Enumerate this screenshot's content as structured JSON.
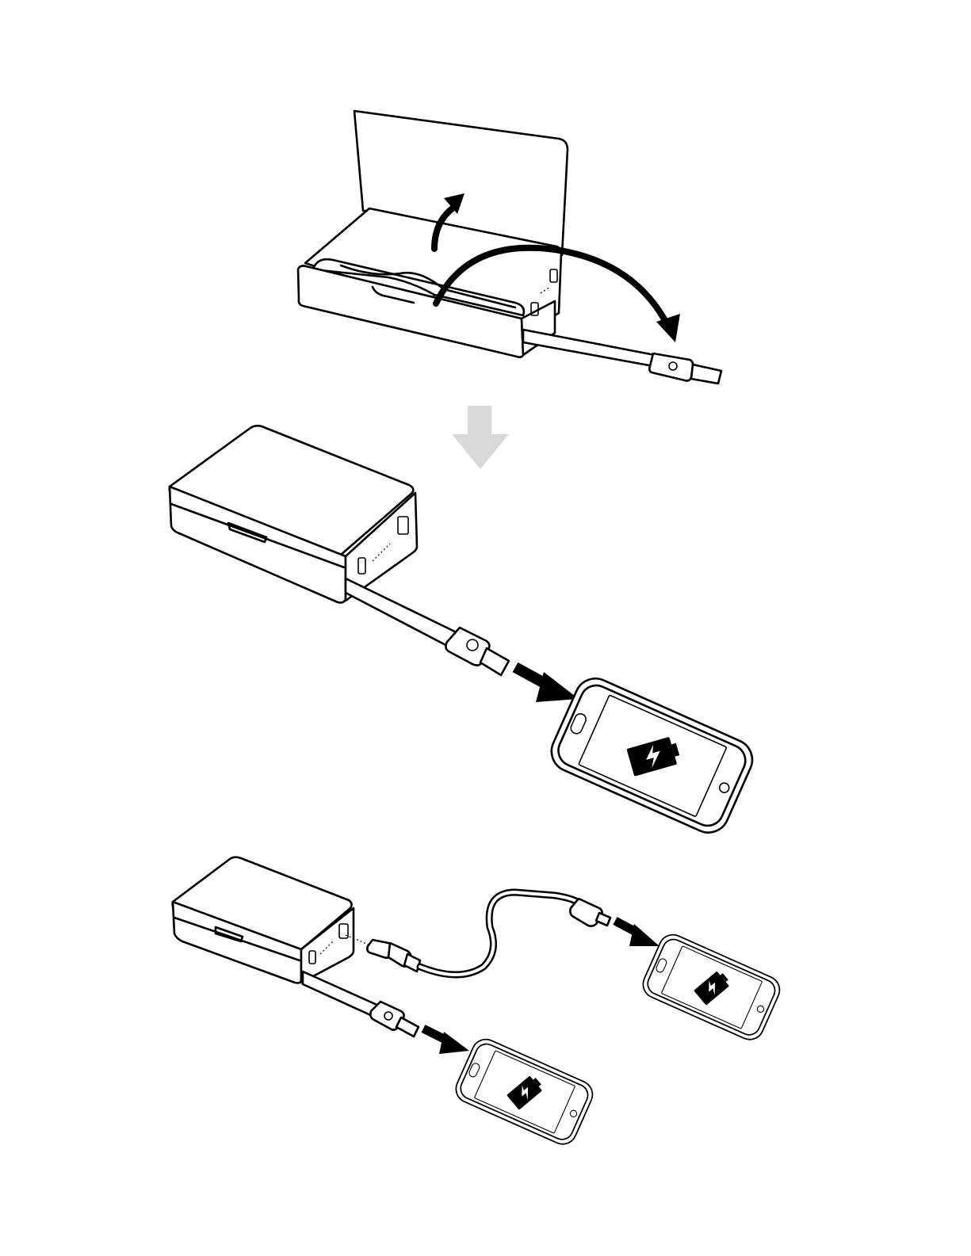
{
  "colors": {
    "line": "#000000",
    "background": "#ffffff",
    "step_arrow": "#d9d9d9"
  },
  "icons": [
    "lid-open-arrow-icon",
    "cable-unwrap-arrow-icon",
    "step-down-arrow-icon",
    "plug-direction-arrow-icon",
    "charging-battery-icon",
    "bolt-icon"
  ],
  "steps": [
    {
      "name": "open-lid-and-pull-cable"
    },
    {
      "name": "charge-one-phone"
    },
    {
      "name": "charge-two-phones"
    }
  ]
}
